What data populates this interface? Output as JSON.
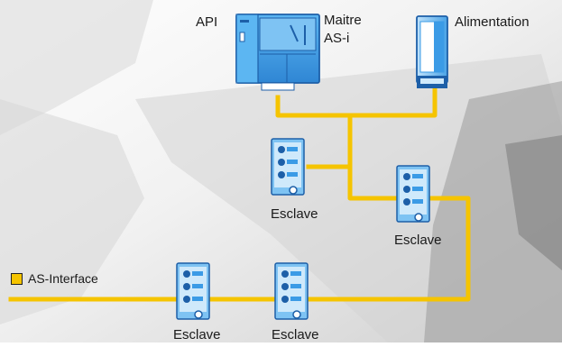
{
  "labels": {
    "api": "API",
    "master_line1": "Maitre",
    "master_line2": "AS-i",
    "power": "Alimentation",
    "slave": "Esclave"
  },
  "legend": {
    "label": "AS-Interface"
  },
  "colors": {
    "bus": "#f5c400",
    "device_blue": "#3b9be6",
    "device_dark": "#1d5fa8",
    "text": "#1a1a1a"
  },
  "icons": [
    "plc-module",
    "power-supply",
    "slave-module"
  ]
}
